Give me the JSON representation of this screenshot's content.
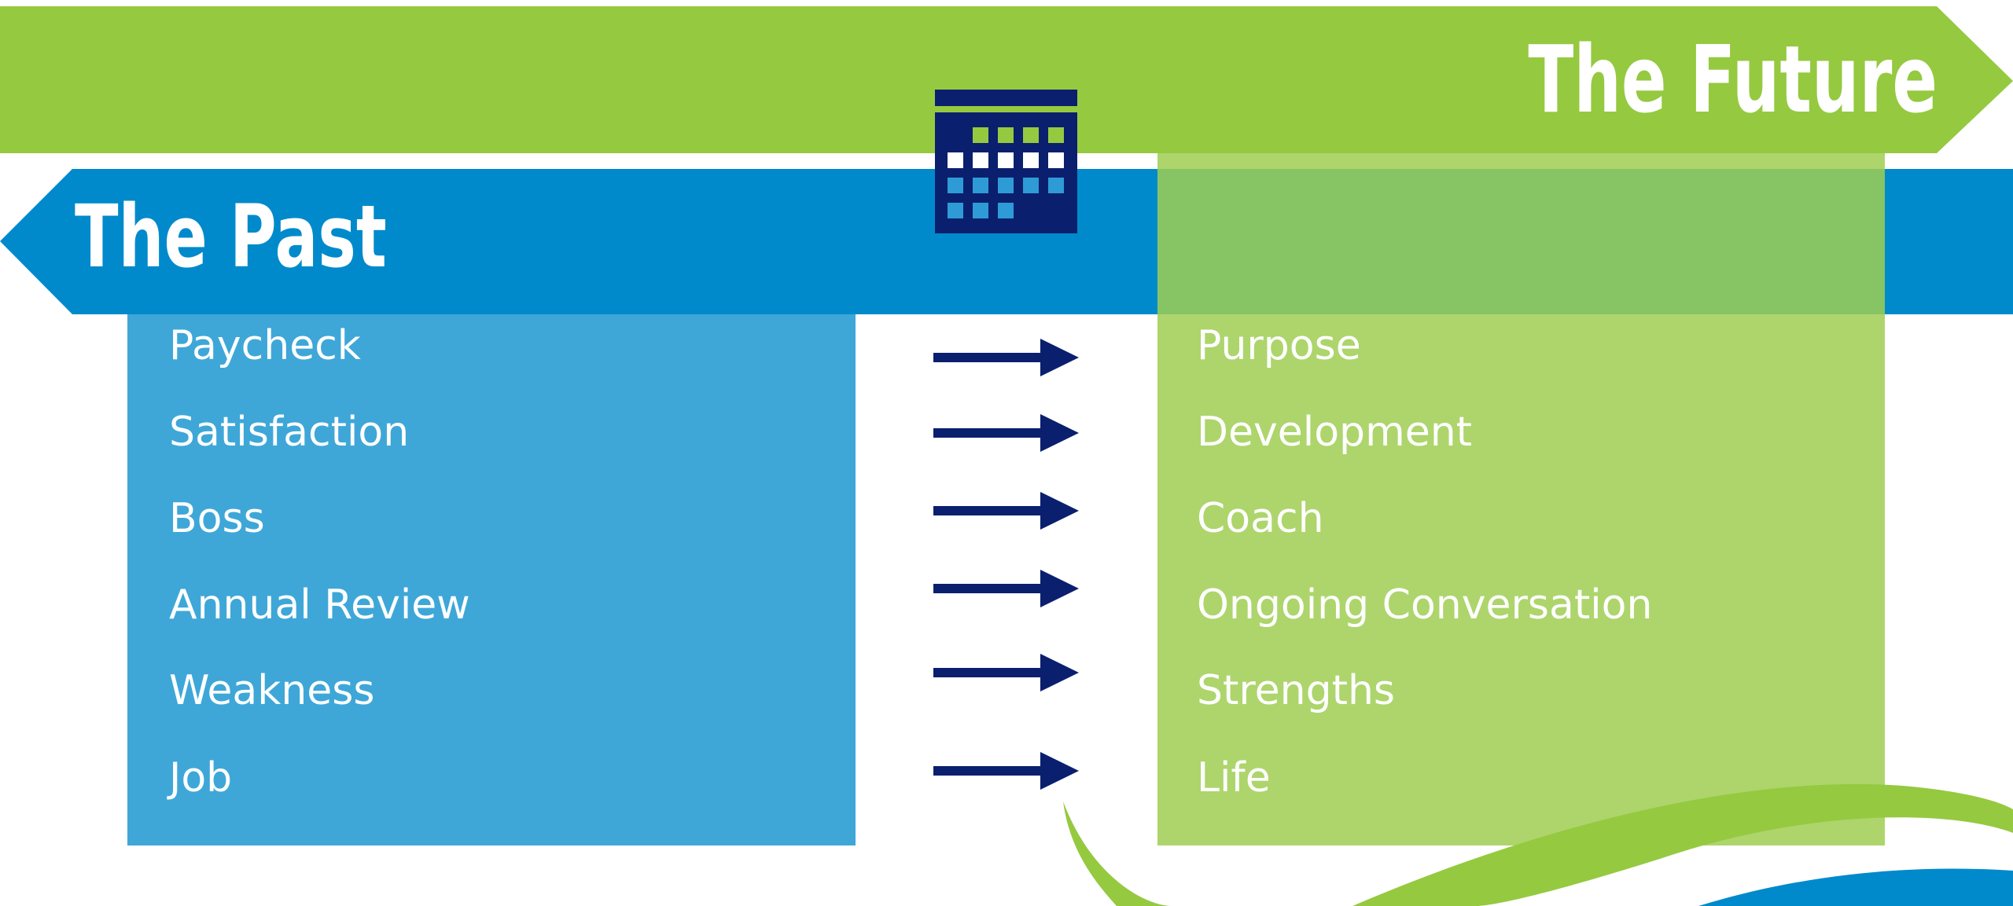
{
  "headings": {
    "future": "The Future",
    "past": "The Past"
  },
  "past_items": [
    "Paycheck",
    "Satisfaction",
    "Boss",
    "Annual Review",
    "Weakness",
    "Job"
  ],
  "future_items": [
    "Purpose",
    "Development",
    "Coach",
    "Ongoing Conversation",
    "Strengths",
    "Life"
  ],
  "icons": {
    "calendar": "calendar-icon",
    "arrow": "right-arrow-icon",
    "decoration": "swoosh-decoration"
  },
  "colors": {
    "future_banner": "#95C940",
    "future_panel": "#9FCE52",
    "past_banner": "#008ACB",
    "past_panel": "#3EA7D8",
    "overlap": "#6DB864",
    "arrow": "#0A1F6E",
    "calendar_navy": "#0A1F6E",
    "text": "#FFFFFF"
  }
}
